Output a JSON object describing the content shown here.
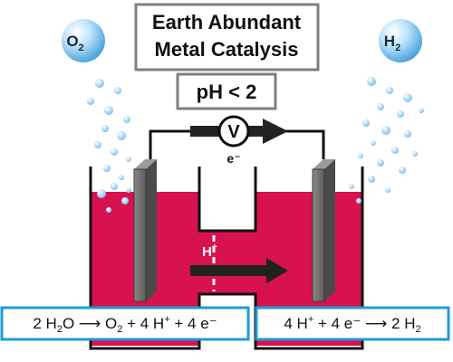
{
  "title": {
    "line1": "Earth Abundant",
    "line2": "Metal Catalysis"
  },
  "condition": "pH < 2",
  "gas_left": {
    "main": "O",
    "sub": "2"
  },
  "gas_right": {
    "main": "H",
    "sub": "2"
  },
  "meter": {
    "symbol": "V",
    "electron": "e⁻"
  },
  "proton": {
    "main": "H",
    "sup": "+"
  },
  "equations": {
    "left": [
      "2 H",
      "2",
      "O ⟶ O",
      "2",
      " + 4 H",
      "+",
      " + 4 e⁻"
    ],
    "right": [
      "4 H",
      "+",
      " + 4 e⁻ ⟶ 2 H",
      "2"
    ]
  },
  "colors": {
    "electrolyte": "#d8114f",
    "electrode": "#6e6e6e",
    "box_border": "#7f7f7f",
    "equation_border": "#1f9ad6",
    "bubble": "#9fd3f5"
  }
}
